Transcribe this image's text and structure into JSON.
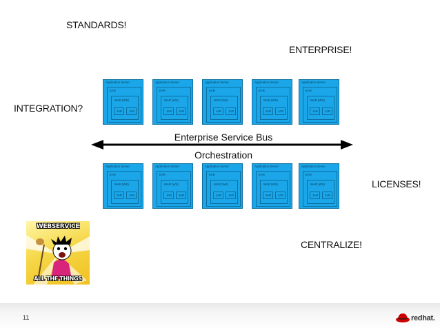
{
  "words": {
    "standards": "STANDARDS!",
    "enterprise": "ENTERPRISE!",
    "integration": "INTEGRATION?",
    "licenses": "LICENSES!",
    "centralize": "CENTRALIZE!"
  },
  "bus": {
    "label": "Enterprise Service Bus",
    "sublabel": "Orchestration"
  },
  "server_labels": {
    "server": "Application Server",
    "ear": "EAR",
    "war": "WAR (WS)",
    "jar": "JAR"
  },
  "meme": {
    "top": "WEBSERVICE",
    "bottom": "ALL THE THINGS"
  },
  "footer": {
    "page": "11",
    "brand": "redhat."
  },
  "colors": {
    "server_fill": "#1aa6e8",
    "server_border": "#0d6fa0",
    "brand_red": "#cc0000"
  }
}
